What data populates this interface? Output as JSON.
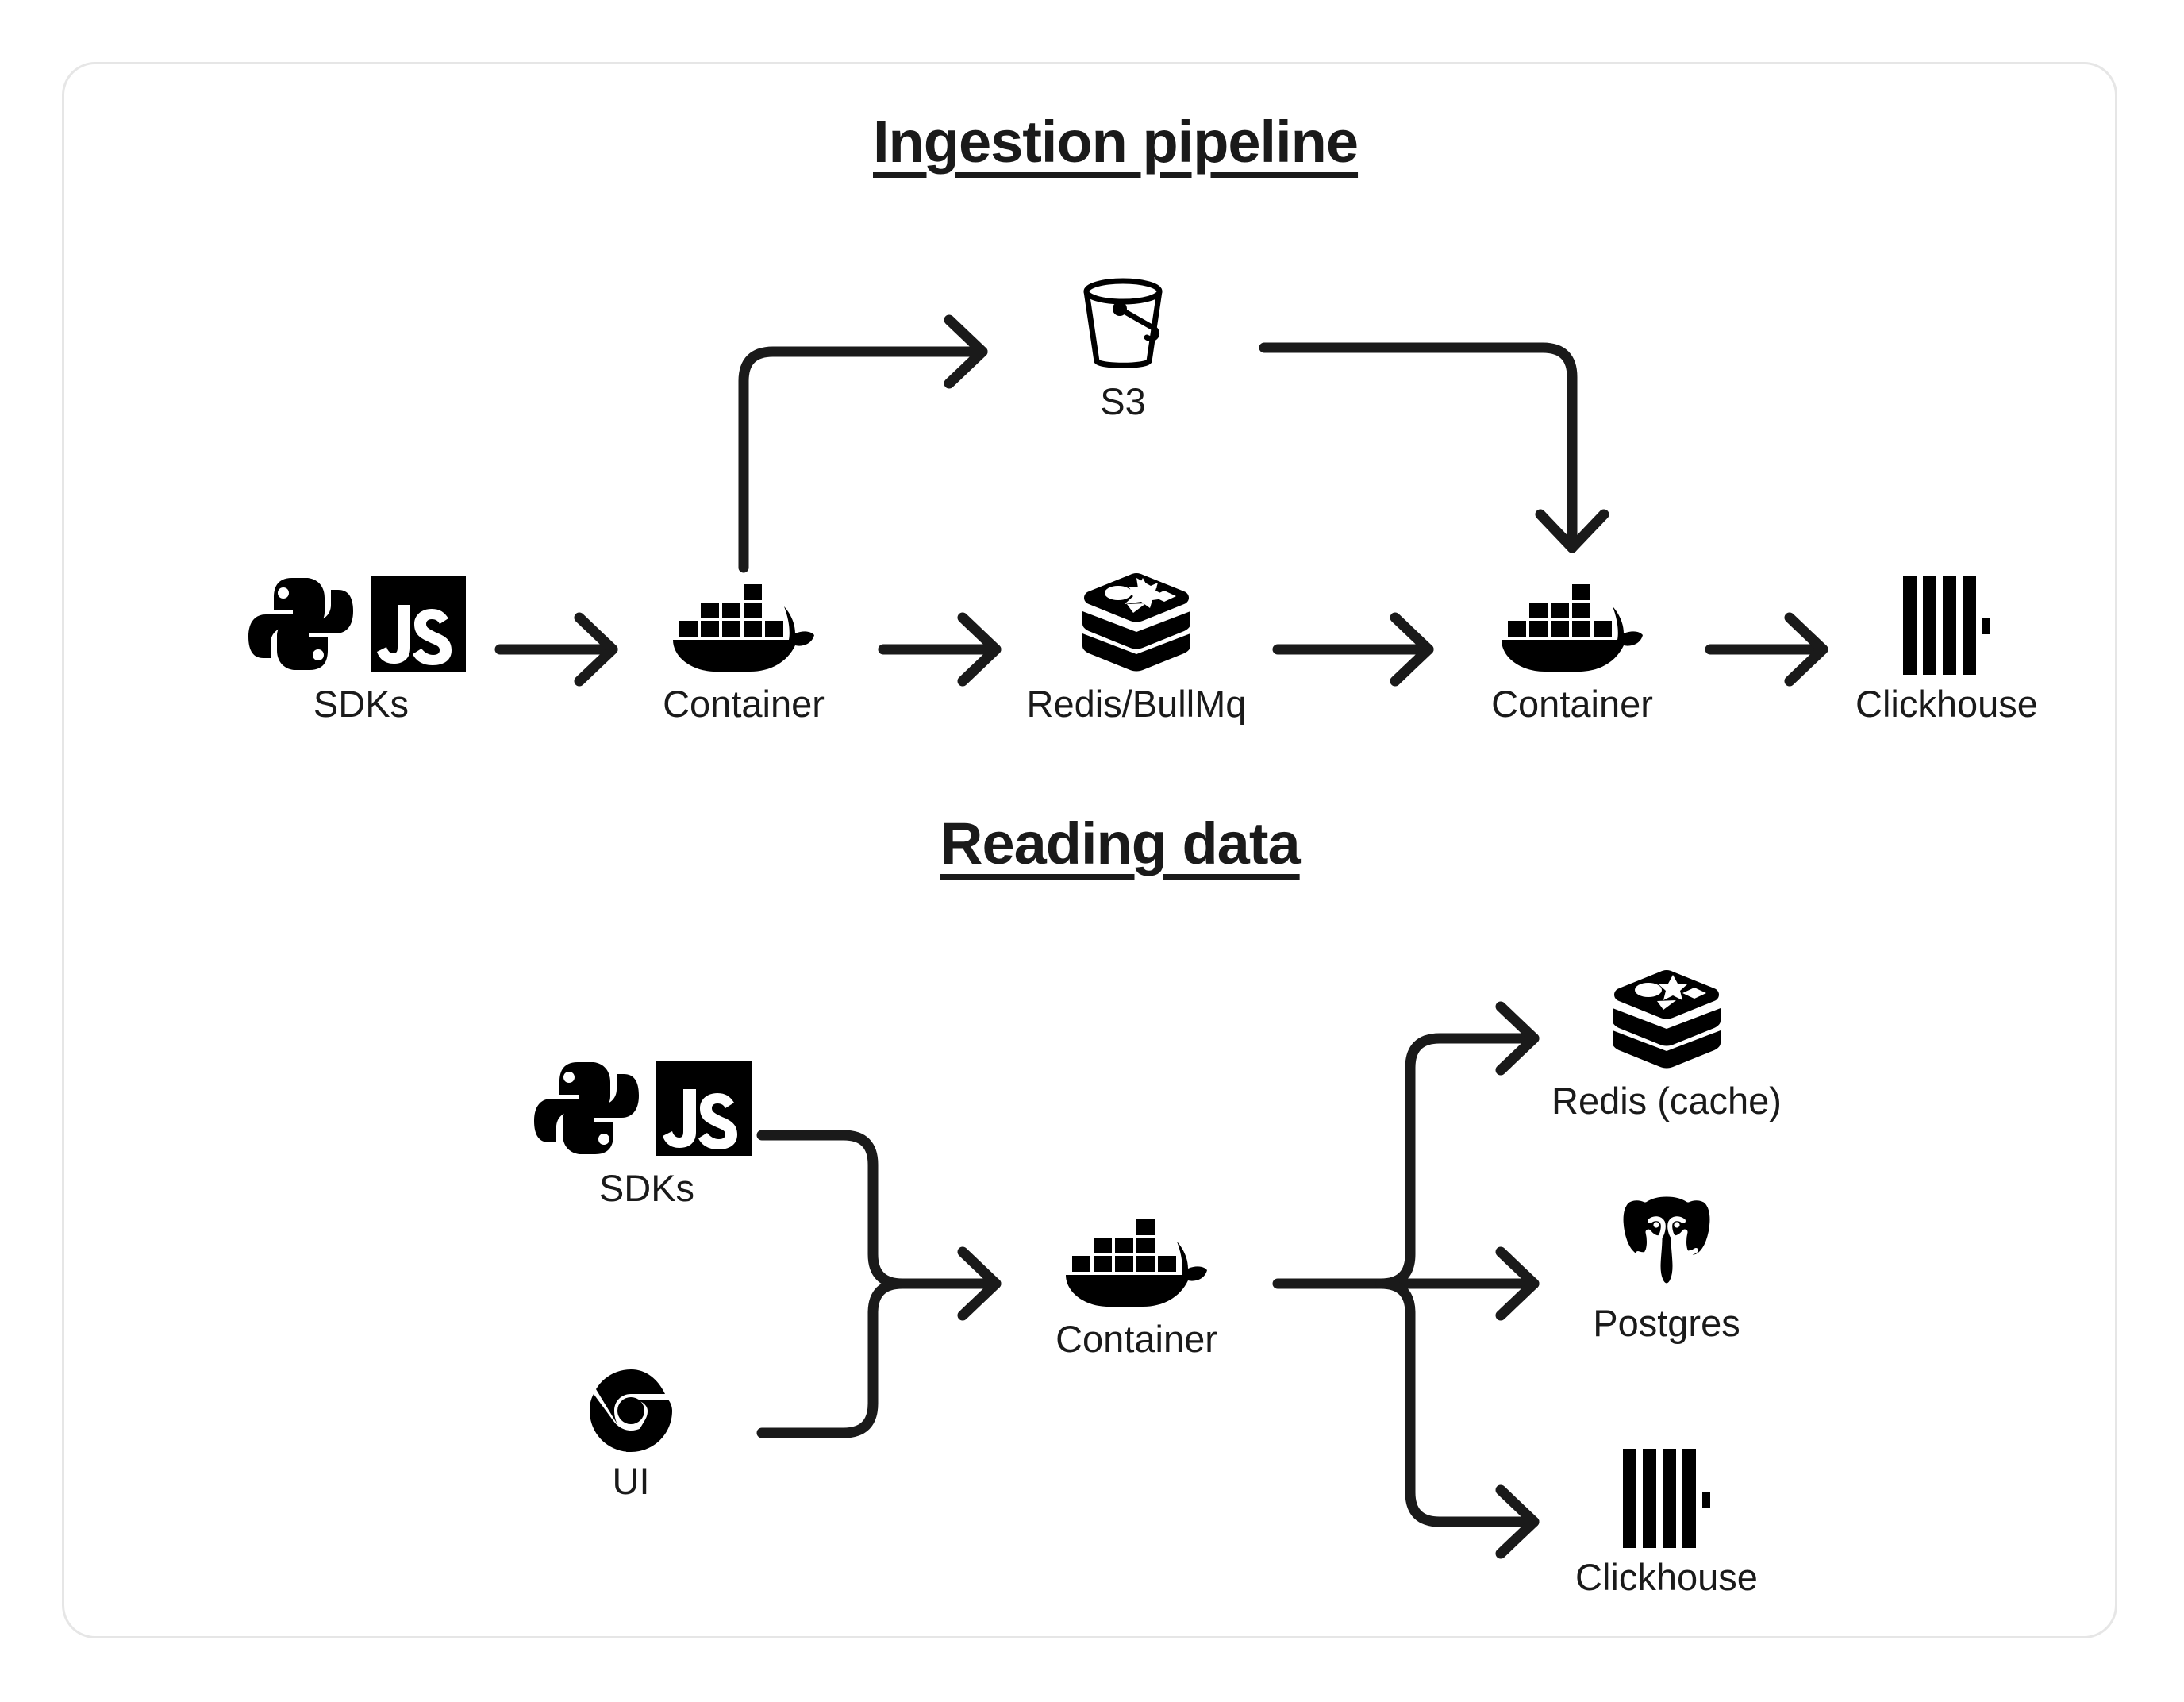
{
  "card": {
    "border_color": "#e6e6e6",
    "background": "#ffffff"
  },
  "ink_color": "#1a1a1a",
  "sections": [
    {
      "id": "ingestion",
      "title": "Ingestion pipeline",
      "nodes": [
        {
          "id": "sdks-1",
          "label": "SDKs",
          "icon": "python-js-sdk-icon"
        },
        {
          "id": "container-1",
          "label": "Container",
          "icon": "docker-whale-icon"
        },
        {
          "id": "s3",
          "label": "S3",
          "icon": "s3-bucket-icon"
        },
        {
          "id": "redis-bullmq",
          "label": "Redis/BullMq",
          "icon": "redis-stack-icon"
        },
        {
          "id": "container-2",
          "label": "Container",
          "icon": "docker-whale-icon"
        },
        {
          "id": "clickhouse-1",
          "label": "Clickhouse",
          "icon": "clickhouse-bars-icon"
        }
      ],
      "edges": [
        {
          "from": "sdks-1",
          "to": "container-1",
          "shape": "straight-right"
        },
        {
          "from": "container-1",
          "to": "s3",
          "shape": "up-then-right"
        },
        {
          "from": "container-1",
          "to": "redis-bullmq",
          "shape": "straight-right"
        },
        {
          "from": "s3",
          "to": "container-2",
          "shape": "right-then-down"
        },
        {
          "from": "redis-bullmq",
          "to": "container-2",
          "shape": "straight-right"
        },
        {
          "from": "container-2",
          "to": "clickhouse-1",
          "shape": "straight-right"
        }
      ]
    },
    {
      "id": "reading",
      "title": "Reading data",
      "nodes": [
        {
          "id": "sdks-2",
          "label": "SDKs",
          "icon": "python-js-sdk-icon"
        },
        {
          "id": "ui",
          "label": "UI",
          "icon": "chrome-browser-icon"
        },
        {
          "id": "container-3",
          "label": "Container",
          "icon": "docker-whale-icon"
        },
        {
          "id": "redis-cache",
          "label": "Redis (cache)",
          "icon": "redis-stack-icon"
        },
        {
          "id": "postgres",
          "label": "Postgres",
          "icon": "postgres-elephant-icon"
        },
        {
          "id": "clickhouse-2",
          "label": "Clickhouse",
          "icon": "clickhouse-bars-icon"
        }
      ],
      "edges": [
        {
          "from": "sdks-2",
          "to": "container-3",
          "shape": "merge-from-top"
        },
        {
          "from": "ui",
          "to": "container-3",
          "shape": "merge-from-bottom"
        },
        {
          "from": "container-3",
          "to": "redis-cache",
          "shape": "branch-up"
        },
        {
          "from": "container-3",
          "to": "postgres",
          "shape": "branch-straight"
        },
        {
          "from": "container-3",
          "to": "clickhouse-2",
          "shape": "branch-down"
        }
      ]
    }
  ],
  "icon_labels": {
    "js_badge": "JS"
  }
}
